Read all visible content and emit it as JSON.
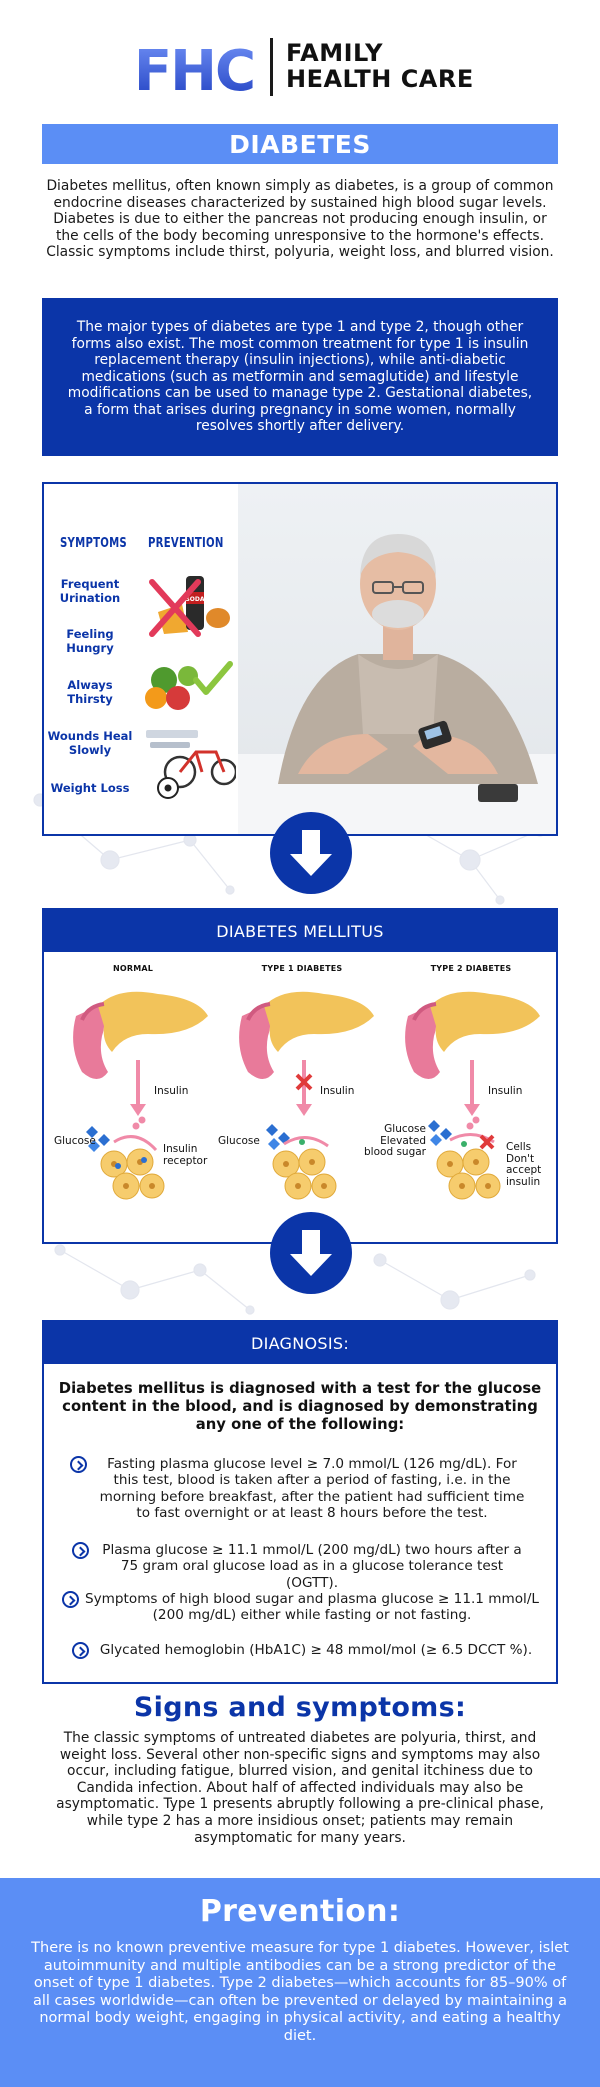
{
  "header": {
    "logo_mark": "FHC",
    "logo_line1": "FAMILY",
    "logo_line2": "HEALTH CARE",
    "brand_color": "#2f5fe0"
  },
  "title": "DIABETES",
  "intro": "Diabetes mellitus, often known simply as diabetes, is a group of common endocrine diseases characterized by sustained high blood sugar levels. Diabetes is due to either the pancreas not producing enough insulin, or the cells of the body becoming unresponsive to the hormone's effects. Classic symptoms include thirst, polyuria, weight loss, and blurred vision.",
  "types_box": "The major types of diabetes are type 1 and type 2, though other forms also exist. The most common treatment for type 1 is insulin replacement therapy (insulin injections), while anti-diabetic medications (such as metformin and semaglutide) and lifestyle modifications can be used to manage type 2. Gestational diabetes, a form that arises during pregnancy in some women, normally resolves shortly after delivery.",
  "symptoms_panel": {
    "symptoms_heading": "SYMPTOMS",
    "prevention_heading": "PREVENTION",
    "items": [
      "Frequent Urination",
      "Feeling Hungry",
      "Always Thirsty",
      "Wounds Heal Slowly",
      "Weight Loss"
    ],
    "soda_label": "SODA",
    "icons": [
      "no-junk-food-icon",
      "healthy-food-icon",
      "bicycle-exercise-icon"
    ]
  },
  "mellitus_panel": {
    "heading": "DIABETES MELLITUS",
    "columns": [
      {
        "title": "NORMAL",
        "insulin": "Insulin",
        "glucose": "Glucose",
        "extra": "Insulin receptor"
      },
      {
        "title": "TYPE 1 DIABETES",
        "insulin": "Insulin",
        "glucose": "Glucose",
        "extra": ""
      },
      {
        "title": "TYPE 2 DIABETES",
        "insulin": "Insulin",
        "glucose": "Glucose Elevated blood sugar",
        "extra": "Cells Don't accept insulin"
      }
    ]
  },
  "diagnosis_panel": {
    "heading": "DIAGNOSIS:",
    "intro": "Diabetes mellitus is diagnosed with a test for the glucose content in the blood, and is diagnosed by demonstrating any one of the following:",
    "items": [
      "Fasting plasma glucose level ≥ 7.0 mmol/L (126 mg/dL). For this test, blood is taken after a period of fasting, i.e. in the morning before breakfast, after the patient had sufficient time to fast overnight or at least 8 hours before the test.",
      "Plasma glucose ≥ 11.1 mmol/L (200 mg/dL) two hours after a 75 gram oral glucose load as in a glucose tolerance test (OGTT).",
      "Symptoms of high blood sugar and plasma glucose ≥ 11.1 mmol/L (200 mg/dL) either while fasting or not fasting.",
      "Glycated hemoglobin (HbA1C) ≥ 48 mmol/mol (≥ 6.5 DCCT %)."
    ]
  },
  "signs": {
    "title": "Signs and symptoms:",
    "text": "The classic symptoms of untreated diabetes are polyuria, thirst, and weight loss. Several other non-specific signs and symptoms may also occur, including fatigue, blurred vision, and genital itchiness due to Candida infection. About half of affected individuals may also be asymptomatic. Type 1 presents abruptly following a pre-clinical phase, while type 2 has a more insidious onset; patients may remain asymptomatic for many years."
  },
  "prevention": {
    "title": "Prevention:",
    "text": "There is no known preventive measure for type 1 diabetes. However, islet autoimmunity and multiple antibodies can be a strong predictor of the onset of type 1 diabetes. Type 2 diabetes—which accounts for 85–90% of all cases worldwide—can often be prevented or delayed by maintaining a normal body weight, engaging in physical activity, and eating a healthy diet."
  },
  "colors": {
    "navy": "#0b35a8",
    "light_blue": "#5b8ef5",
    "pancreas": "#f2c35a",
    "duodenum": "#e87a9a"
  }
}
